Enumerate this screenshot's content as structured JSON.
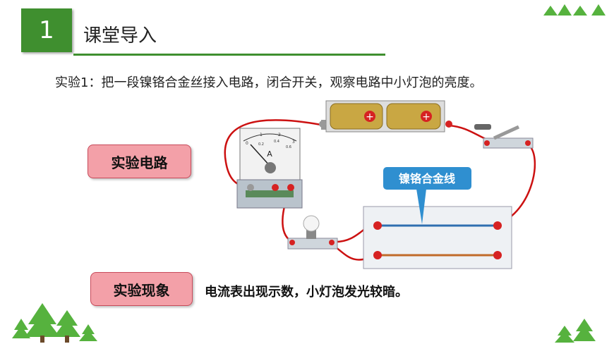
{
  "header": {
    "number": "1",
    "title": "课堂导入"
  },
  "intro": "实验1：把一段镍铬合金丝接入电路，闭合开关，观察电路中小灯泡的亮度。",
  "circuit_label": "实验电路",
  "phenomenon_label": "实验现象",
  "phenomenon_text": "电流表出现示数，小灯泡发光较暗。",
  "wire_callout": "镍铬合金线",
  "ammeter": {
    "unit": "A",
    "ticks": [
      "0",
      "1",
      "2",
      "3",
      "0.2",
      "0.4",
      "0.6"
    ]
  },
  "colors": {
    "green": "#3f8f2f",
    "pill": "#f3a0a8",
    "callout": "#2f8fd0",
    "wire": "#cc1111"
  }
}
